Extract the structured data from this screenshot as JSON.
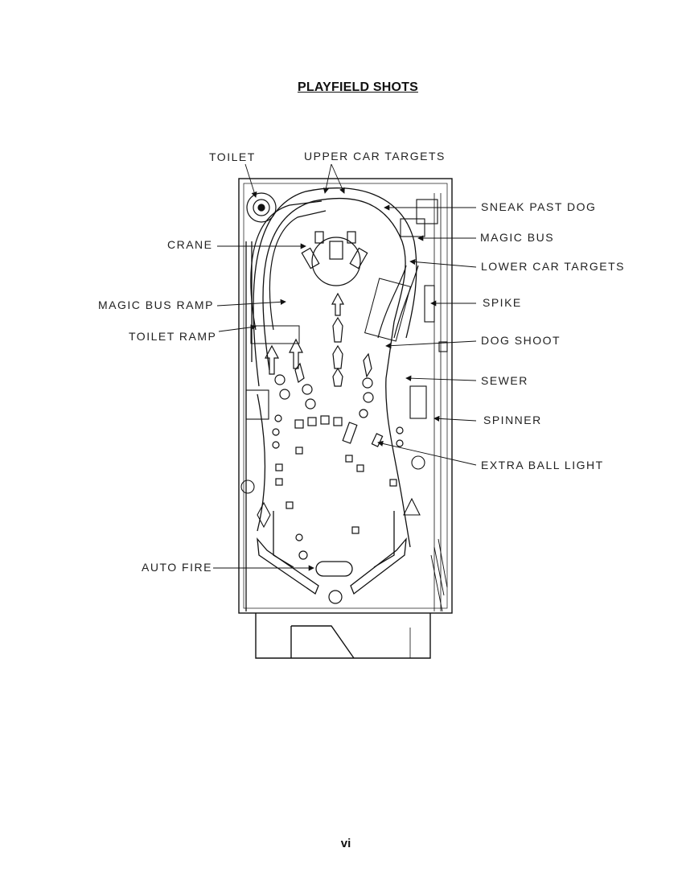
{
  "page": {
    "title": "PLAYFIELD SHOTS",
    "page_number": "vi"
  },
  "labels": {
    "toilet": "TOILET",
    "upper_car_targets": "UPPER CAR TARGETS",
    "crane": "CRANE",
    "magic_bus_ramp": "MAGIC BUS RAMP",
    "toilet_ramp": "TOILET RAMP",
    "auto_fire": "AUTO FIRE",
    "sneak_past_dog": "SNEAK PAST DOG",
    "magic_bus": "MAGIC BUS",
    "lower_car_targets": "LOWER CAR TARGETS",
    "spike": "SPIKE",
    "dog_shoot": "DOG SHOOT",
    "sewer": "SEWER",
    "spinner": "SPINNER",
    "extra_ball_light": "EXTRA BALL LIGHT"
  },
  "colors": {
    "ink": "#111111",
    "background": "#ffffff"
  }
}
